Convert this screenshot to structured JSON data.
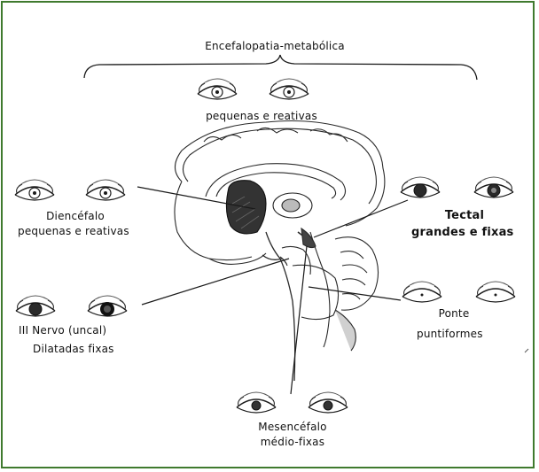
{
  "colors": {
    "border": "#3f7a2e",
    "ink": "#1a1a1a"
  },
  "labels": {
    "top_title": "Encefalopatia-metabólica",
    "top_sub": "pequenas e reativas",
    "dien_title": "Diencéfalo",
    "dien_sub": "pequenas e reativas",
    "tectal_title": "Tectal",
    "tectal_sub": "grandes e fixas",
    "uncal_title": "III Nervo (uncal)",
    "uncal_sub": "Dilatadas fixas",
    "ponte_title": "Ponte",
    "ponte_sub": "puntiformes",
    "mesen_title": "Mesencéfalo",
    "mesen_sub": "médio-fixas"
  },
  "pupils": {
    "top": "small",
    "dien": "small",
    "tectal": "large",
    "uncal": "dilated",
    "ponte": "pinpoint",
    "mesen": "mid"
  }
}
